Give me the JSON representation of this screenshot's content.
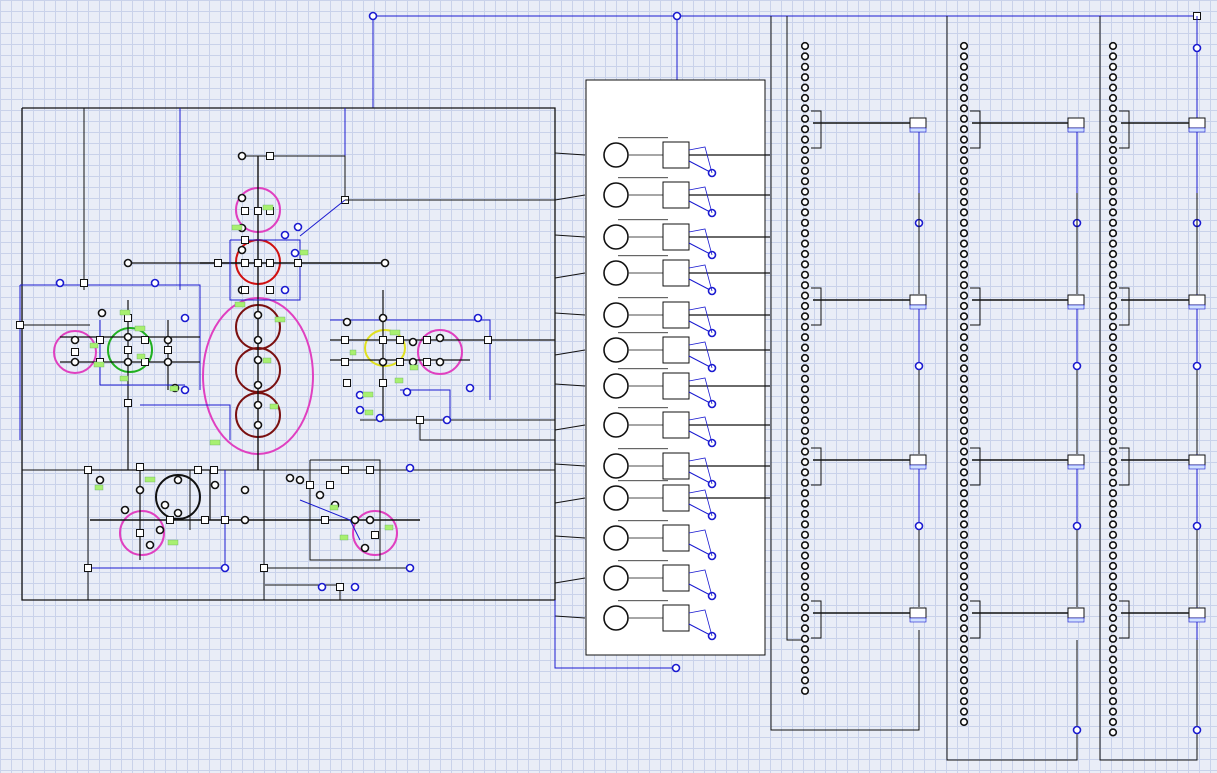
{
  "diagram": {
    "kind": "petri-net-editor-canvas",
    "colors": {
      "arc_black": "#111111",
      "arc_blue": "#1a1ad0",
      "place_fill": "#ffffff",
      "grid_line": "#c9d2ea",
      "canvas_bg": "#e9edf7",
      "highlight_magenta": "#e040c0",
      "highlight_darkred": "#7a1010",
      "highlight_red": "#d01010",
      "highlight_green": "#20b020",
      "highlight_yellow": "#e0e020",
      "token_label_green": "#a8f070",
      "subnet_box_fill": "#ffffff"
    },
    "regions": [
      {
        "name": "control-net",
        "description_visible": false
      },
      {
        "name": "interface-box"
      },
      {
        "name": "column-1"
      },
      {
        "name": "column-2"
      },
      {
        "name": "column-3"
      }
    ],
    "interface_box_rows": 13,
    "column_transitions_per_column": 4
  }
}
